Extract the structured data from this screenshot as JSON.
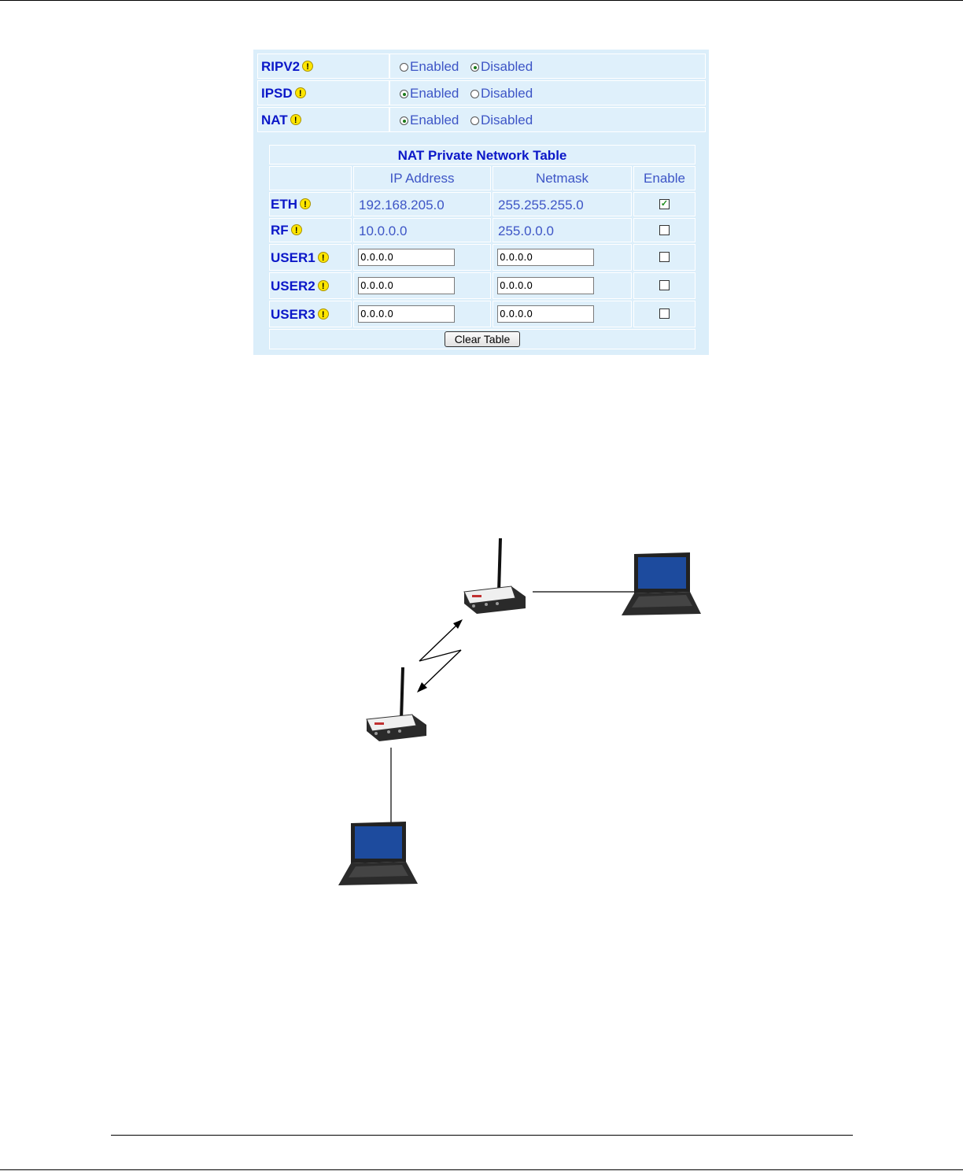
{
  "settings": [
    {
      "label": "RIPV2",
      "warn": "!",
      "options": [
        "Enabled",
        "Disabled"
      ],
      "selected": "Disabled"
    },
    {
      "label": "IPSD",
      "warn": "!",
      "options": [
        "Enabled",
        "Disabled"
      ],
      "selected": "Enabled"
    },
    {
      "label": "NAT",
      "warn": "!",
      "options": [
        "Enabled",
        "Disabled"
      ],
      "selected": "Enabled"
    }
  ],
  "nat_table": {
    "title": "NAT Private Network Table",
    "headers": [
      "IP Address",
      "Netmask",
      "Enable"
    ],
    "rows": [
      {
        "name": "ETH",
        "ip": "192.168.205.0",
        "mask": "255.255.255.0",
        "enabled": true
      },
      {
        "name": "RF",
        "ip": "10.0.0.0",
        "mask": "255.0.0.0",
        "enabled": false
      },
      {
        "name": "USER1",
        "ip": "0.0.0.0",
        "mask": "0.0.0.0",
        "enabled": false
      },
      {
        "name": "USER2",
        "ip": "0.0.0.0",
        "mask": "0.0.0.0",
        "enabled": false
      },
      {
        "name": "USER3",
        "ip": "0.0.0.0",
        "mask": "0.0.0.0",
        "enabled": false
      }
    ],
    "clear_label": "Clear Table"
  },
  "colors": {
    "panel": "#dbeefa",
    "label": "#0b17c8",
    "value": "#3d55c6"
  },
  "icons": {
    "warning": "warning-icon",
    "radio": "radio-icon",
    "checkbox": "checkbox-icon",
    "router": "router-icon",
    "laptop": "laptop-icon"
  }
}
